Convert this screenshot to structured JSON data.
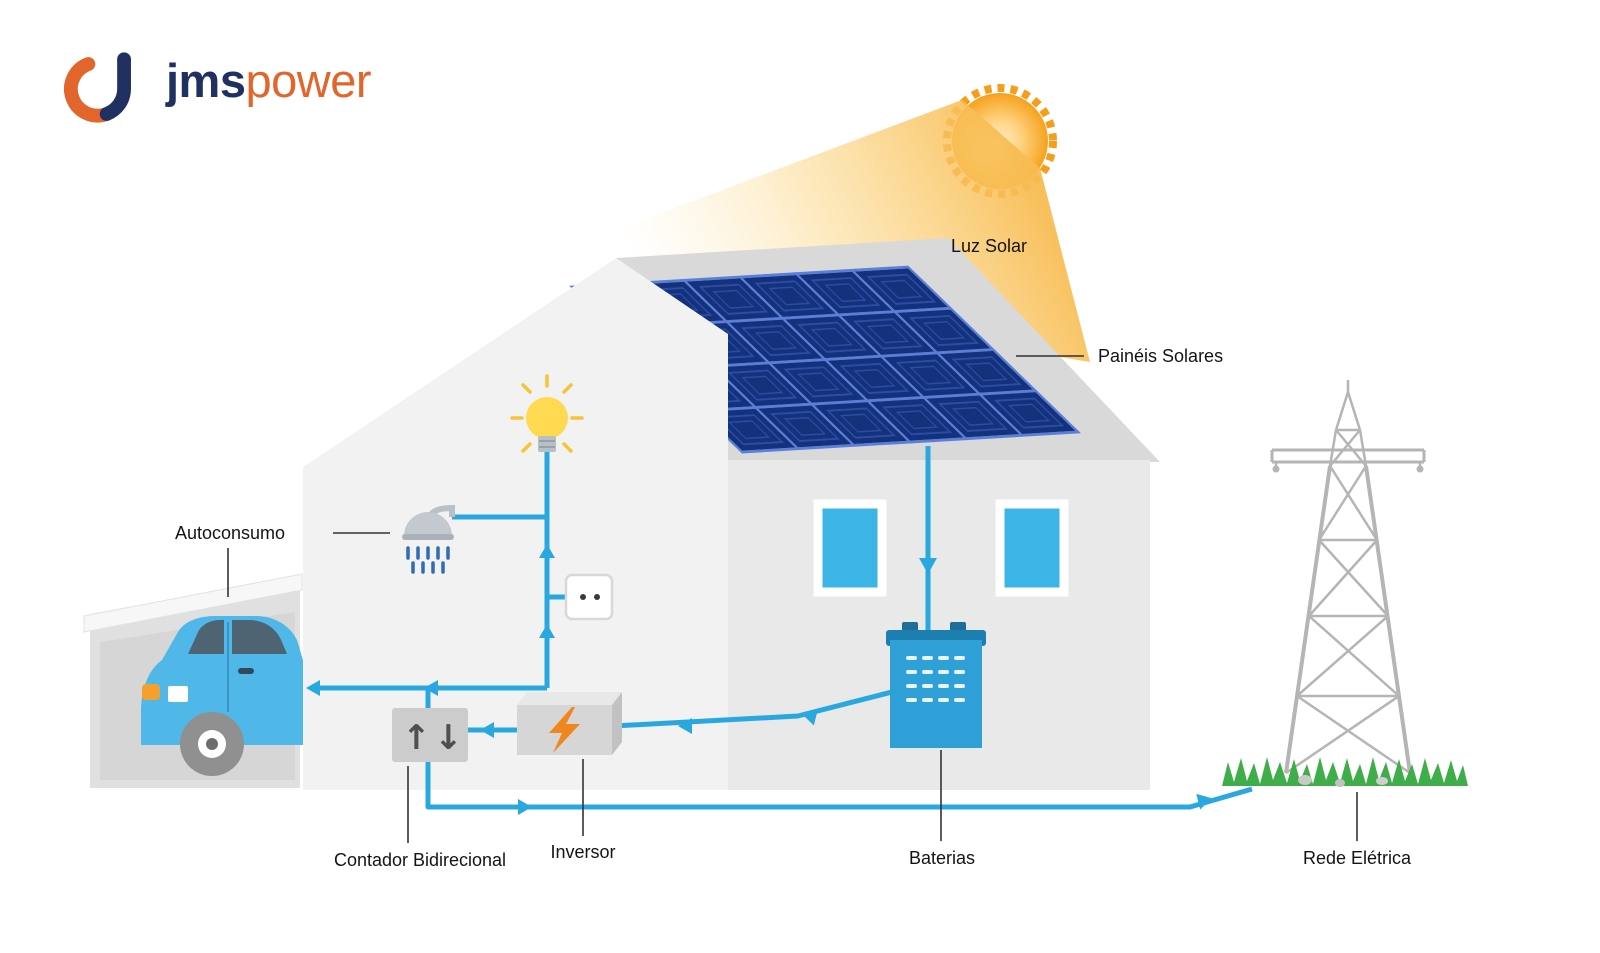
{
  "brand": {
    "name_part1": "jms",
    "name_part2": "power"
  },
  "labels": {
    "luz_solar": "Luz Solar",
    "paineis_solares": "Painéis Solares",
    "autoconsumo": "Autoconsumo",
    "contador_bidirecional": "Contador Bidirecional",
    "inversor": "Inversor",
    "baterias": "Baterias",
    "rede_eletrica": "Rede Elétrica"
  },
  "icons": {
    "meter_up_arrow": "↑",
    "meter_down_arrow": "↓"
  },
  "colors": {
    "wire_blue": "#29a8e0",
    "panel_navy": "#14317c",
    "panel_grid_blue": "#5b7fd7",
    "brand_navy": "#203061",
    "brand_orange": "#e2662c",
    "sun_orange": "#f6a21c",
    "bulb_yellow": "#ffd94f",
    "bolt_orange": "#f0861c",
    "grass_green": "#3fae4a",
    "gable_gray": "#f2f2f2",
    "side_wall_gray": "#e9e9e9",
    "roof_gray": "#d9d9d9",
    "window_blue": "#3cb4e5",
    "car_blue": "#4fb8e8"
  }
}
